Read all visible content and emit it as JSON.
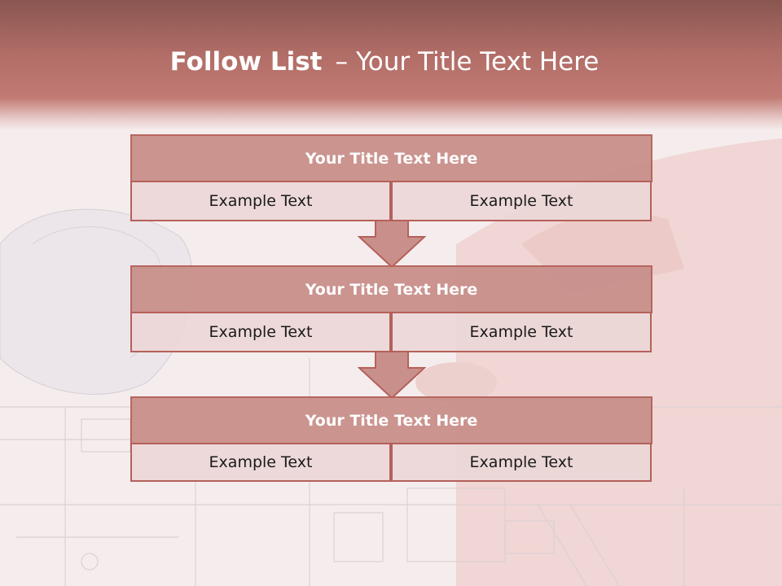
{
  "slide": {
    "title_bold": "Follow List",
    "title_dash": "–",
    "title_rest": "Your Title Text Here"
  },
  "blocks": [
    {
      "title": "Your Title Text Here",
      "left": "Example Text",
      "right": "Example Text"
    },
    {
      "title": "Your Title Text Here",
      "left": "Example Text",
      "right": "Example Text"
    },
    {
      "title": "Your Title Text Here",
      "left": "Example Text",
      "right": "Example Text"
    }
  ],
  "colors": {
    "header": "#b06c66",
    "block_title_fill": "#c9908b",
    "border": "#b5605a",
    "cell_fill": "#ebd7d7"
  },
  "icons": [
    "down-arrow-icon",
    "down-arrow-icon"
  ]
}
